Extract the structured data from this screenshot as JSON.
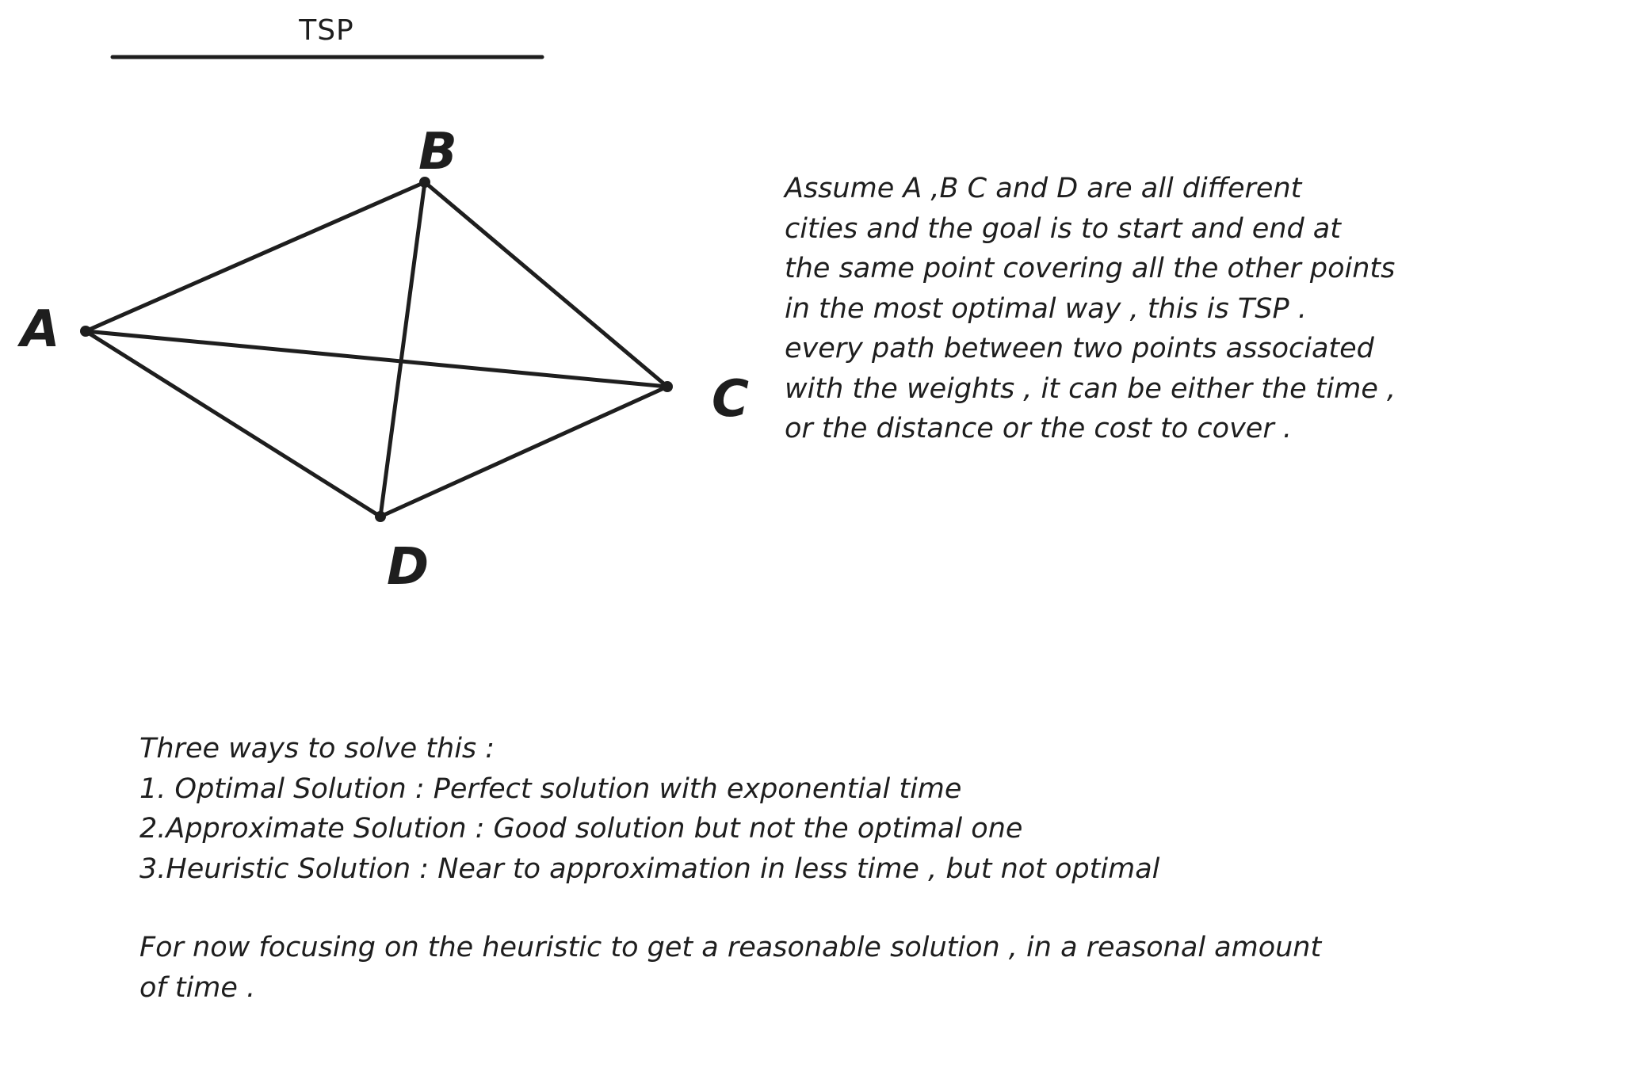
{
  "title": "TSP",
  "nodes": {
    "a": "A",
    "b": "B",
    "c": "C",
    "d": "D"
  },
  "description": [
    "Assume A ,B C and D are all different",
    "cities and the goal is to start and end at",
    "the same point covering all the other points",
    "in the most optimal way , this is TSP .",
    "every path between two points associated",
    "with the weights , it can be either the time ,",
    "or the distance or the cost to cover ."
  ],
  "ways": [
    "Three ways to solve this :",
    "1. Optimal Solution : Perfect solution with exponential time",
    "2.Approximate Solution : Good solution but not the optimal one",
    "3.Heuristic Solution : Near to approximation in less time , but not optimal"
  ],
  "focus": [
    "For now focusing on the heuristic to get a reasonable solution , in a reasonal amount",
    "of time ."
  ],
  "colors": {
    "ink": "#1e1e1e",
    "background": "#ffffff"
  }
}
